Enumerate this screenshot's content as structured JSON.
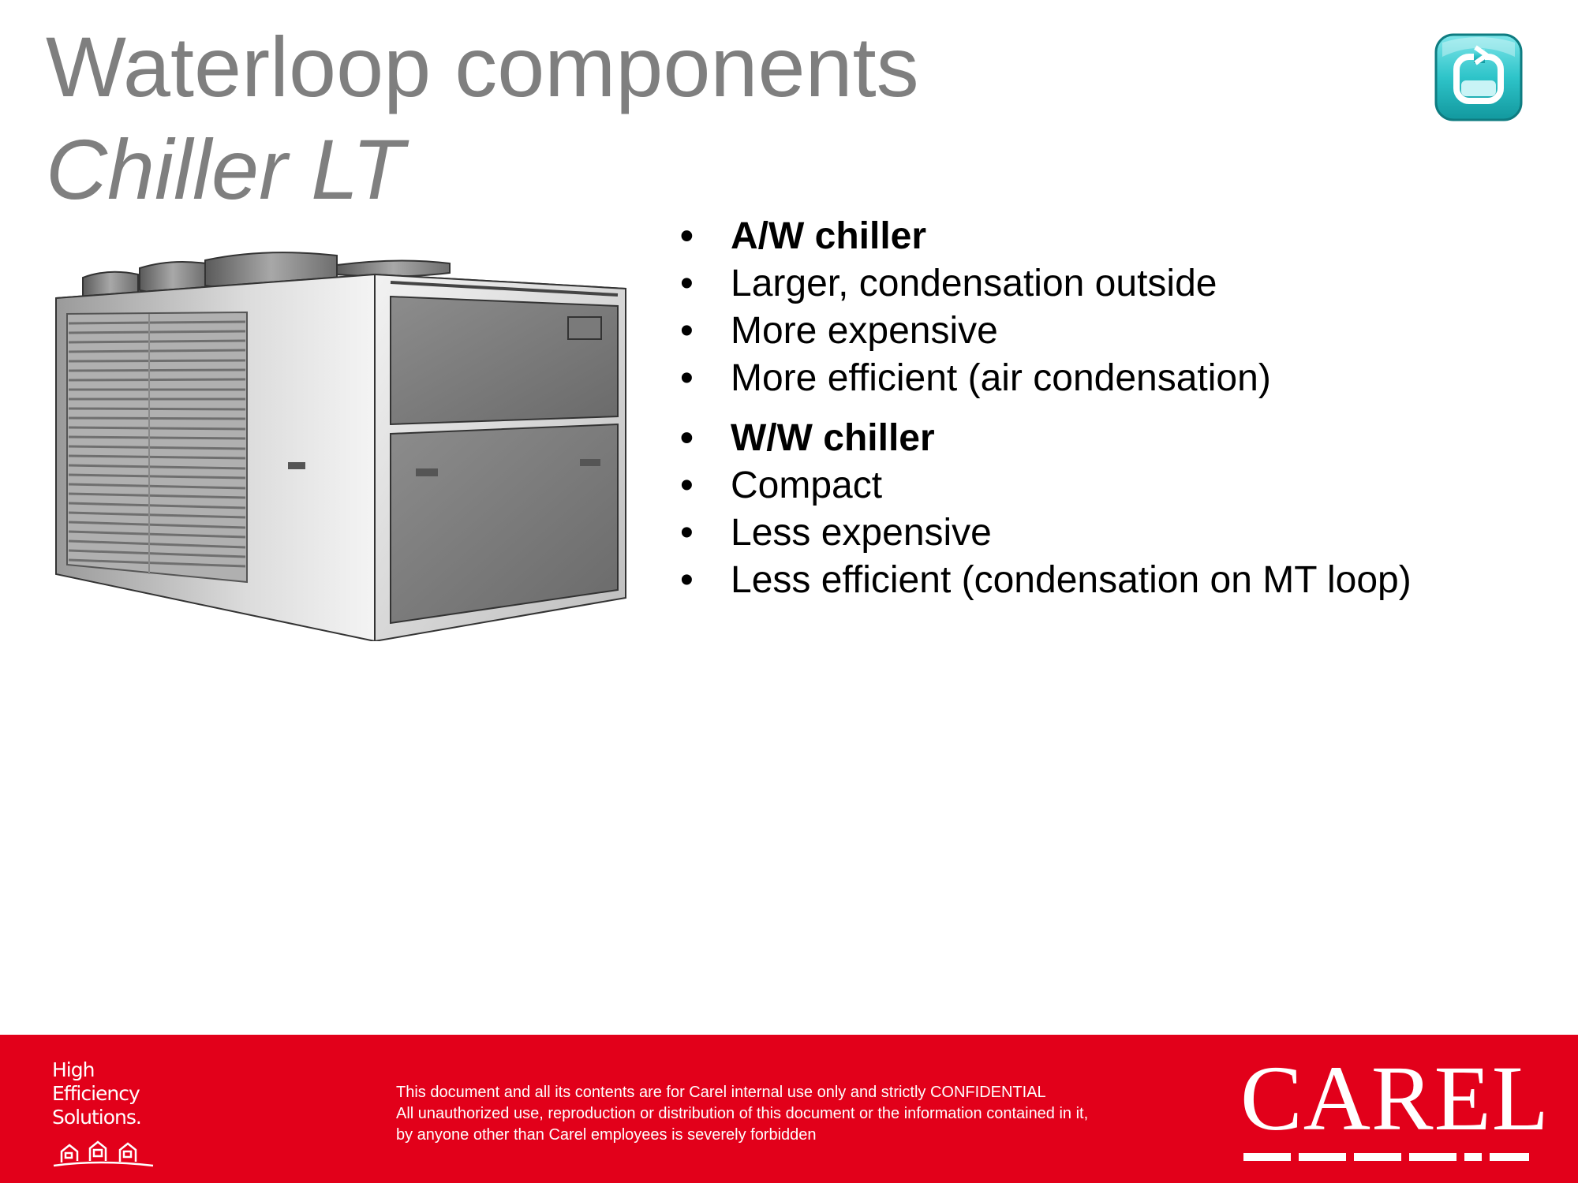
{
  "header": {
    "title": "Waterloop components",
    "subtitle": "Chiller LT"
  },
  "icons": {
    "back": "back-icon",
    "back_color": "#2ec4c9"
  },
  "bullets": {
    "group1": [
      {
        "text": "A/W chiller",
        "bold": true
      },
      {
        "text": "Larger, condensation outside",
        "bold": false
      },
      {
        "text": "More expensive",
        "bold": false
      },
      {
        "text": "More efficient (air condensation)",
        "bold": false
      }
    ],
    "group2": [
      {
        "text": "W/W chiller",
        "bold": true
      },
      {
        "text": "Compact",
        "bold": false
      },
      {
        "text": "Less expensive",
        "bold": false
      },
      {
        "text": "Less efficient (condensation on MT loop)",
        "bold": false
      }
    ]
  },
  "footer": {
    "brand_color": "#e2001a",
    "hes_logo": {
      "line1": "High",
      "line2": "Efficiency",
      "line3": "Solutions."
    },
    "disclaimer": {
      "line1": "This document and all its contents are for Carel internal use only and strictly  CONFIDENTIAL",
      "line2": "All unauthorized use, reproduction or distribution of this document or the information contained in it,",
      "line3": "by anyone other than Carel employees is severely forbidden"
    },
    "carel_logo": "CAREL"
  }
}
